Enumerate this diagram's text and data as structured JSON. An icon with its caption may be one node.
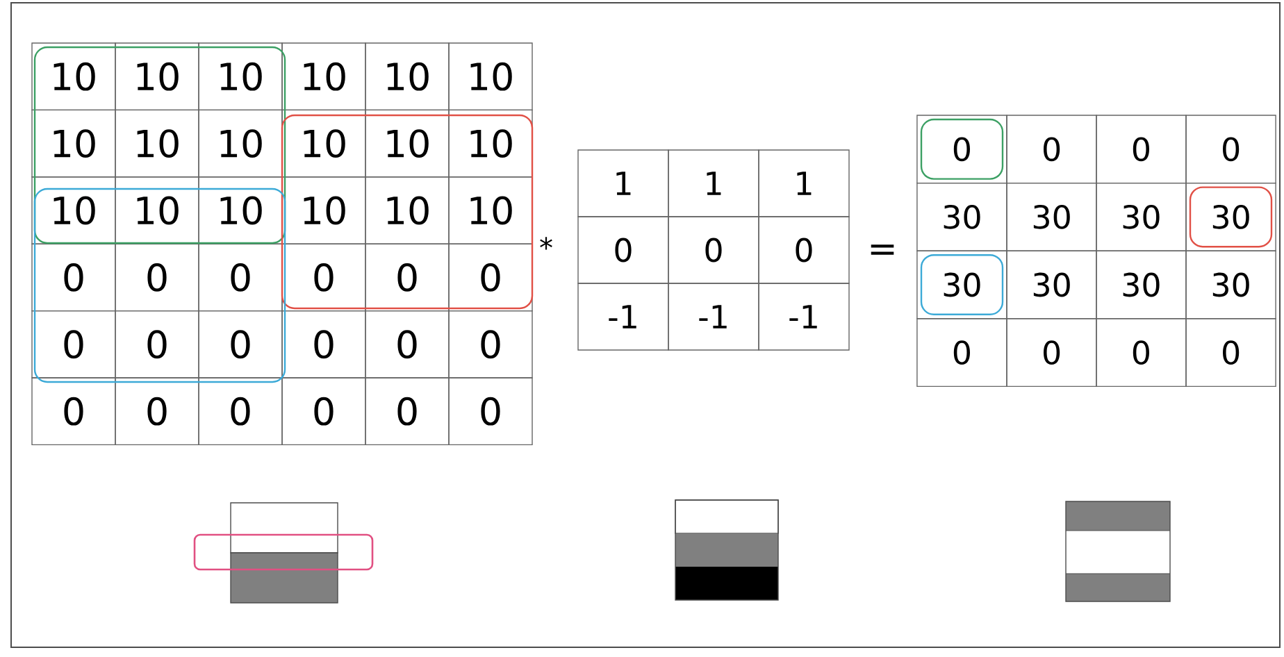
{
  "diagram": {
    "labels": [
      "10",
      "10",
      "10",
      "10",
      "10",
      "10",
      "10",
      "10",
      "10",
      "10",
      "10",
      "10",
      "10",
      "10",
      "10",
      "10",
      "10",
      "10",
      "0",
      "0",
      "0",
      "0",
      "0",
      "0",
      "0",
      "0",
      "0",
      "0",
      "0",
      "0",
      "0",
      "0",
      "0",
      "0",
      "0",
      "0",
      "*",
      "1",
      "1",
      "1",
      "0",
      "0",
      "0",
      "-1",
      "-1",
      "-1",
      "=",
      "0",
      "0",
      "0",
      "0",
      "30",
      "30",
      "30",
      "30",
      "30",
      "30",
      "30",
      "30",
      "0",
      "0",
      "0",
      "0"
    ]
  }
}
